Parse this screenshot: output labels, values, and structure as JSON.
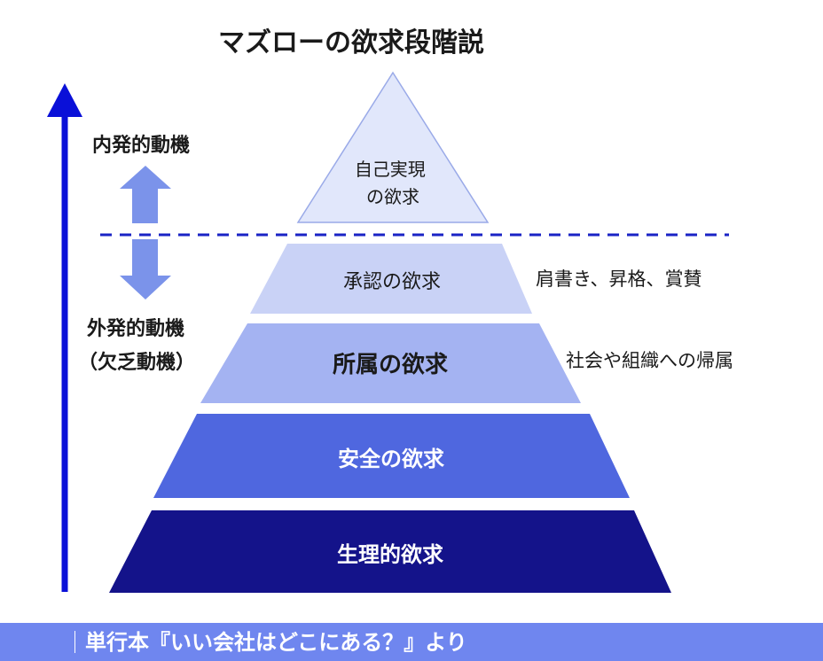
{
  "title": "マズローの欲求段階説",
  "levels": [
    {
      "lines": [
        "自己実現",
        "の欲求"
      ],
      "fill": "#e1e7fb",
      "text_color": "#1a1a1a"
    },
    {
      "lines": [
        "承認の欲求"
      ],
      "fill": "#c9d2f6",
      "text_color": "#1a1a1a"
    },
    {
      "lines": [
        "所属の欲求"
      ],
      "fill": "#a4b3f2",
      "text_color": "#1a1a1a"
    },
    {
      "lines": [
        "安全の欲求"
      ],
      "fill": "#4f67df",
      "text_color": "#ffffff"
    },
    {
      "lines": [
        "生理的欲求"
      ],
      "fill": "#14138a",
      "text_color": "#ffffff"
    }
  ],
  "side_notes": {
    "esteem": "肩書き、昇格、賞賛",
    "belonging": "社会や組織への帰属"
  },
  "motivation": {
    "internal_label": "内発的動機",
    "external_label_line1": "外発的動機",
    "external_label_line2": "（欠乏動機）"
  },
  "caption": "単行本『いい会社はどこにある？』より",
  "colors": {
    "main_arrow": "#0a10d8",
    "small_arrows": "#7b93ea",
    "dashed_line": "#1a23c6",
    "triangle_outline": "#9aaae8",
    "caption_bar": "#6f86ef"
  }
}
